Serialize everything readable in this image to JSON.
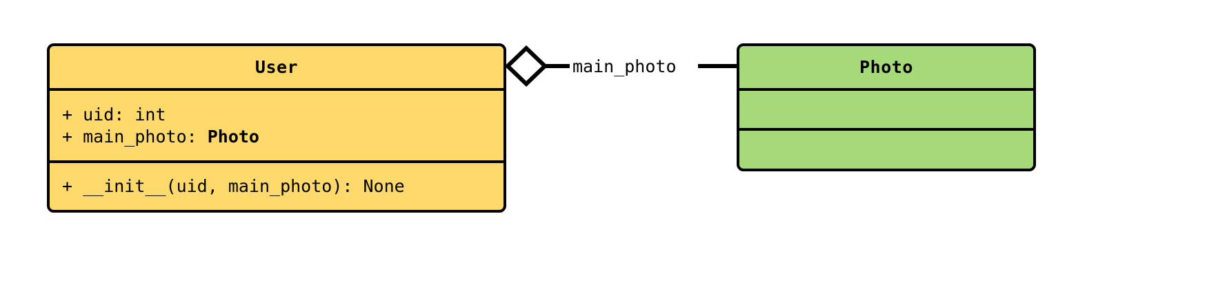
{
  "diagram": {
    "kind": "uml-class-diagram",
    "background": "#ffffff"
  },
  "classes": [
    {
      "id": "user",
      "name": "User",
      "fill": "#FCD96A",
      "stroke": "#000000",
      "attributes": [
        {
          "visibility": "+",
          "text": "+ uid: int",
          "plain": "+ uid: ",
          "type": "int",
          "type_bold": false
        },
        {
          "visibility": "+",
          "text": "+ main_photo: Photo",
          "plain": "+ main_photo: ",
          "type": "Photo",
          "type_bold": true
        }
      ],
      "methods": [
        {
          "visibility": "+",
          "text": "+ __init__(uid, main_photo): None"
        }
      ]
    },
    {
      "id": "photo",
      "name": "Photo",
      "fill": "#A5D97A",
      "stroke": "#000000",
      "attributes": [],
      "methods": []
    }
  ],
  "relationships": [
    {
      "id": "user-photo-aggregation",
      "type": "aggregation",
      "from": "User",
      "to": "Photo",
      "label": "main_photo",
      "diamond_filled": false
    }
  ]
}
